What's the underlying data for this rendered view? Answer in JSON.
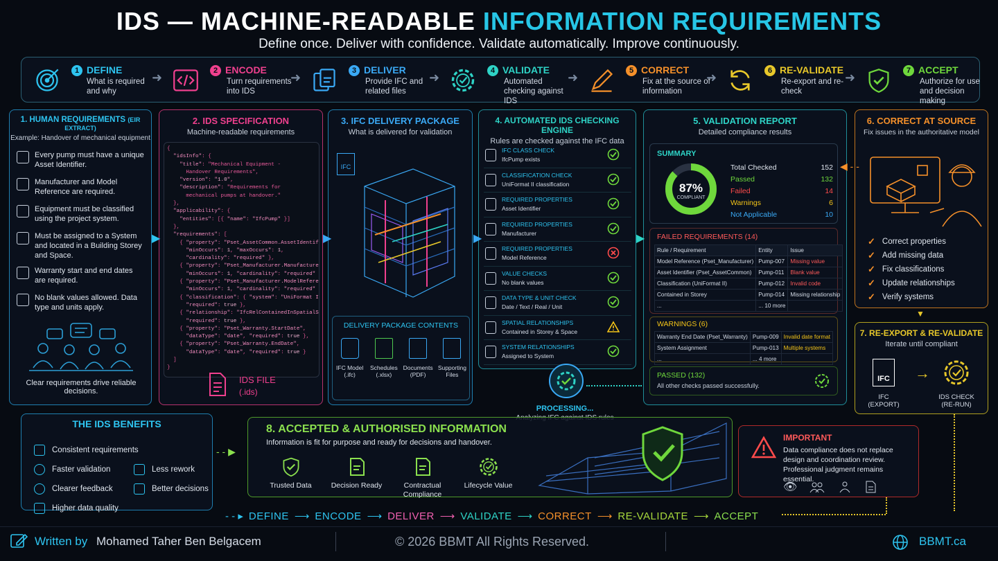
{
  "header": {
    "title_white": "IDS — MACHINE-READABLE ",
    "title_cyan": "INFORMATION REQUIREMENTS",
    "subtitle": "Define once. Deliver with confidence. Validate automatically. Improve continuously."
  },
  "steps": [
    {
      "num": "1",
      "name": "DEFINE",
      "desc": "What is required and why",
      "color": "#2ec4f0",
      "icon": "target-icon"
    },
    {
      "num": "2",
      "name": "ENCODE",
      "desc": "Turn requirements into IDS",
      "color": "#f0408e",
      "icon": "code-icon"
    },
    {
      "num": "3",
      "name": "DELIVER",
      "desc": "Provide IFC and related files",
      "color": "#3aa9f5",
      "icon": "files-icon"
    },
    {
      "num": "4",
      "name": "VALIDATE",
      "desc": "Automated checking against IDS",
      "color": "#2ed3c6",
      "icon": "gear-check-icon"
    },
    {
      "num": "5",
      "name": "CORRECT",
      "desc": "Fix at the source of information",
      "color": "#f5902a",
      "icon": "pencil-icon"
    },
    {
      "num": "6",
      "name": "RE-VALIDATE",
      "desc": "Re-export and re-check",
      "color": "#e8c82a",
      "icon": "refresh-icon"
    },
    {
      "num": "7",
      "name": "ACCEPT",
      "desc": "Authorize for use and decision making",
      "color": "#6fd83c",
      "icon": "shield-check-icon"
    }
  ],
  "p1": {
    "title": "1. HUMAN REQUIREMENTS",
    "title_small": "(EIR EXTRACT)",
    "sub": "Example: Handover of mechanical equipment",
    "items": [
      "Every pump must have a unique Asset Identifier.",
      "Manufacturer and Model Reference are required.",
      "Equipment must be classified using the project system.",
      "Must be assigned to a System and located in a Building Storey and Space.",
      "Warranty start and end dates are required.",
      "No blank values allowed. Data type and units apply."
    ],
    "footer": "Clear requirements drive reliable decisions."
  },
  "p2": {
    "title": "2. IDS SPECIFICATION",
    "sub": "Machine-readable requirements",
    "code": [
      "{",
      "  \"idsInfo\": {",
      "    \"title\": \"Mechanical Equipment -",
      "      Handover Requirements\",",
      "    \"version\": \"1.0\",",
      "    \"description\": \"Requirements for",
      "      mechanical pumps at handover.\"",
      "  },",
      "  \"applicability\": {",
      "    \"entities\": [{ \"name\": \"IfcPump\" }]",
      "  },",
      "  \"requirements\": [",
      "    { \"property\": \"Pset_AssetCommon.AssetIdentifier\",",
      "      \"minOccurs\": 1, \"maxOccurs\": 1,",
      "      \"cardinality\": \"required\" },",
      "    { \"property\": \"Pset_Manufacturer.Manufacturer\",",
      "      \"minOccurs\": 1, \"cardinality\": \"required\" },",
      "    { \"property\": \"Pset_Manufacturer.ModelReference\",",
      "      \"minOccurs\": 1, \"cardinality\": \"required\" },",
      "    { \"classification\": { \"system\": \"UniFormat II\",",
      "      \"required\": true },",
      "    { \"relationship\": \"IfcRelContainedInSpatialStructure\",",
      "      \"required\": true },",
      "    { \"property\": \"Pset_Warranty.StartDate\",",
      "      \"dataType\": \"date\", \"required\": true },",
      "    { \"property\": \"Pset_Warranty.EndDate\",",
      "      \"dataType\": \"date\", \"required\": true }",
      "  ]",
      "}"
    ],
    "file_label": "IDS FILE",
    "file_ext": "(.ids)"
  },
  "p3": {
    "title": "3. IFC DELIVERY PACKAGE",
    "sub": "What is delivered for validation",
    "ifc_badge": "IFC",
    "contents_title": "DELIVERY PACKAGE CONTENTS",
    "contents": [
      {
        "label": "IFC Model",
        "ext": "(.ifc)"
      },
      {
        "label": "Schedules",
        "ext": "(.xlsx)"
      },
      {
        "label": "Documents",
        "ext": "(PDF)"
      },
      {
        "label": "Supporting",
        "ext": "Files"
      }
    ]
  },
  "p4": {
    "title": "4. AUTOMATED IDS CHECKING ENGINE",
    "sub": "Rules are checked against the IFC data",
    "checks": [
      {
        "name": "IFC CLASS CHECK",
        "desc": "IfcPump exists",
        "status": "pass"
      },
      {
        "name": "CLASSIFICATION CHECK",
        "desc": "UniFormat II classification",
        "status": "pass"
      },
      {
        "name": "REQUIRED PROPERTIES",
        "desc": "Asset Identifier",
        "status": "pass"
      },
      {
        "name": "REQUIRED PROPERTIES",
        "desc": "Manufacturer",
        "status": "pass"
      },
      {
        "name": "REQUIRED PROPERTIES",
        "desc": "Model Reference",
        "status": "fail"
      },
      {
        "name": "VALUE CHECKS",
        "desc": "No blank values",
        "status": "pass"
      },
      {
        "name": "DATA TYPE & UNIT CHECK",
        "desc": "Date / Text / Real / Unit",
        "status": "pass"
      },
      {
        "name": "SPATIAL RELATIONSHIPS",
        "desc": "Contained in Storey & Space",
        "status": "warn"
      },
      {
        "name": "SYSTEM RELATIONSHIPS",
        "desc": "Assigned to System",
        "status": "pass"
      }
    ],
    "processing": "PROCESSING...",
    "processing_sub": "Analyzing IFC against IDS rules"
  },
  "p5": {
    "title": "5. VALIDATION REPORT",
    "sub": "Detailed compliance results",
    "summary_label": "SUMMARY",
    "percent": "87%",
    "percent_value": 87,
    "compliant": "COMPLIANT",
    "stats": [
      {
        "label": "Total Checked",
        "value": "152",
        "color": "#d6dde8"
      },
      {
        "label": "Passed",
        "value": "132",
        "color": "#6fd83c"
      },
      {
        "label": "Failed",
        "value": "14",
        "color": "#ff4b4b"
      },
      {
        "label": "Warnings",
        "value": "6",
        "color": "#f5c518"
      },
      {
        "label": "Not Applicable",
        "value": "10",
        "color": "#3aa9f5"
      }
    ],
    "failed_title": "FAILED REQUIREMENTS (14)",
    "failed_headers": [
      "Rule / Requirement",
      "Entity",
      "Issue"
    ],
    "failed_rows": [
      [
        "Model Reference (Pset_Manufacturer)",
        "Pump-007",
        "Missing value"
      ],
      [
        "Asset Identifier (Pset_AssetCommon)",
        "Pump-011",
        "Blank value"
      ],
      [
        "Classification (UniFormat II)",
        "Pump-012",
        "Invalid code"
      ],
      [
        "Contained in Storey",
        "Pump-014",
        "Missing relationship"
      ],
      [
        "...",
        "... 10 more",
        ""
      ]
    ],
    "warn_title": "WARNINGS (6)",
    "warn_rows": [
      [
        "Warranty End Date (Pset_Warranty)",
        "Pump-009",
        "Invalid date format"
      ],
      [
        "System Assignment",
        "Pump-013",
        "Multiple systems"
      ],
      [
        "...",
        "... 4 more",
        ""
      ]
    ],
    "passed_title": "PASSED (132)",
    "passed_sub": "All other checks passed successfully."
  },
  "p6": {
    "title": "6. CORRECT AT SOURCE",
    "sub": "Fix issues in the authoritative model",
    "items": [
      "Correct properties",
      "Add missing data",
      "Fix classifications",
      "Update relationships",
      "Verify systems"
    ]
  },
  "p7": {
    "title": "7. RE-EXPORT & RE-VALIDATE",
    "sub": "Iterate until compliant",
    "ifc_badge": "IFC",
    "left_label": "IFC",
    "left_sub": "(EXPORT)",
    "right_label": "IDS CHECK",
    "right_sub": "(RE-RUN)"
  },
  "benefits": {
    "title": "THE IDS BENEFITS",
    "items": [
      "Consistent requirements",
      "Faster validation",
      "Less rework",
      "Clearer feedback",
      "Better decisions",
      "Higher data quality"
    ]
  },
  "p8": {
    "title": "8. ACCEPTED & AUTHORISED INFORMATION",
    "sub": "Information is fit for purpose and ready for decisions and handover.",
    "items": [
      "Trusted Data",
      "Decision Ready",
      "Contractual Compliance",
      "Lifecycle Value"
    ]
  },
  "important": {
    "title": "IMPORTANT",
    "text": "Data compliance does not replace design and coordination review. Professional judgment remains essential."
  },
  "flow": [
    "DEFINE",
    "ENCODE",
    "DELIVER",
    "VALIDATE",
    "CORRECT",
    "RE-VALIDATE",
    "ACCEPT"
  ],
  "footer": {
    "written_by": "Written by",
    "author": "Mohamed Taher Ben Belgacem",
    "copyright": "© 2026 BBMT All Rights Reserved.",
    "site": "BBMT.ca"
  }
}
